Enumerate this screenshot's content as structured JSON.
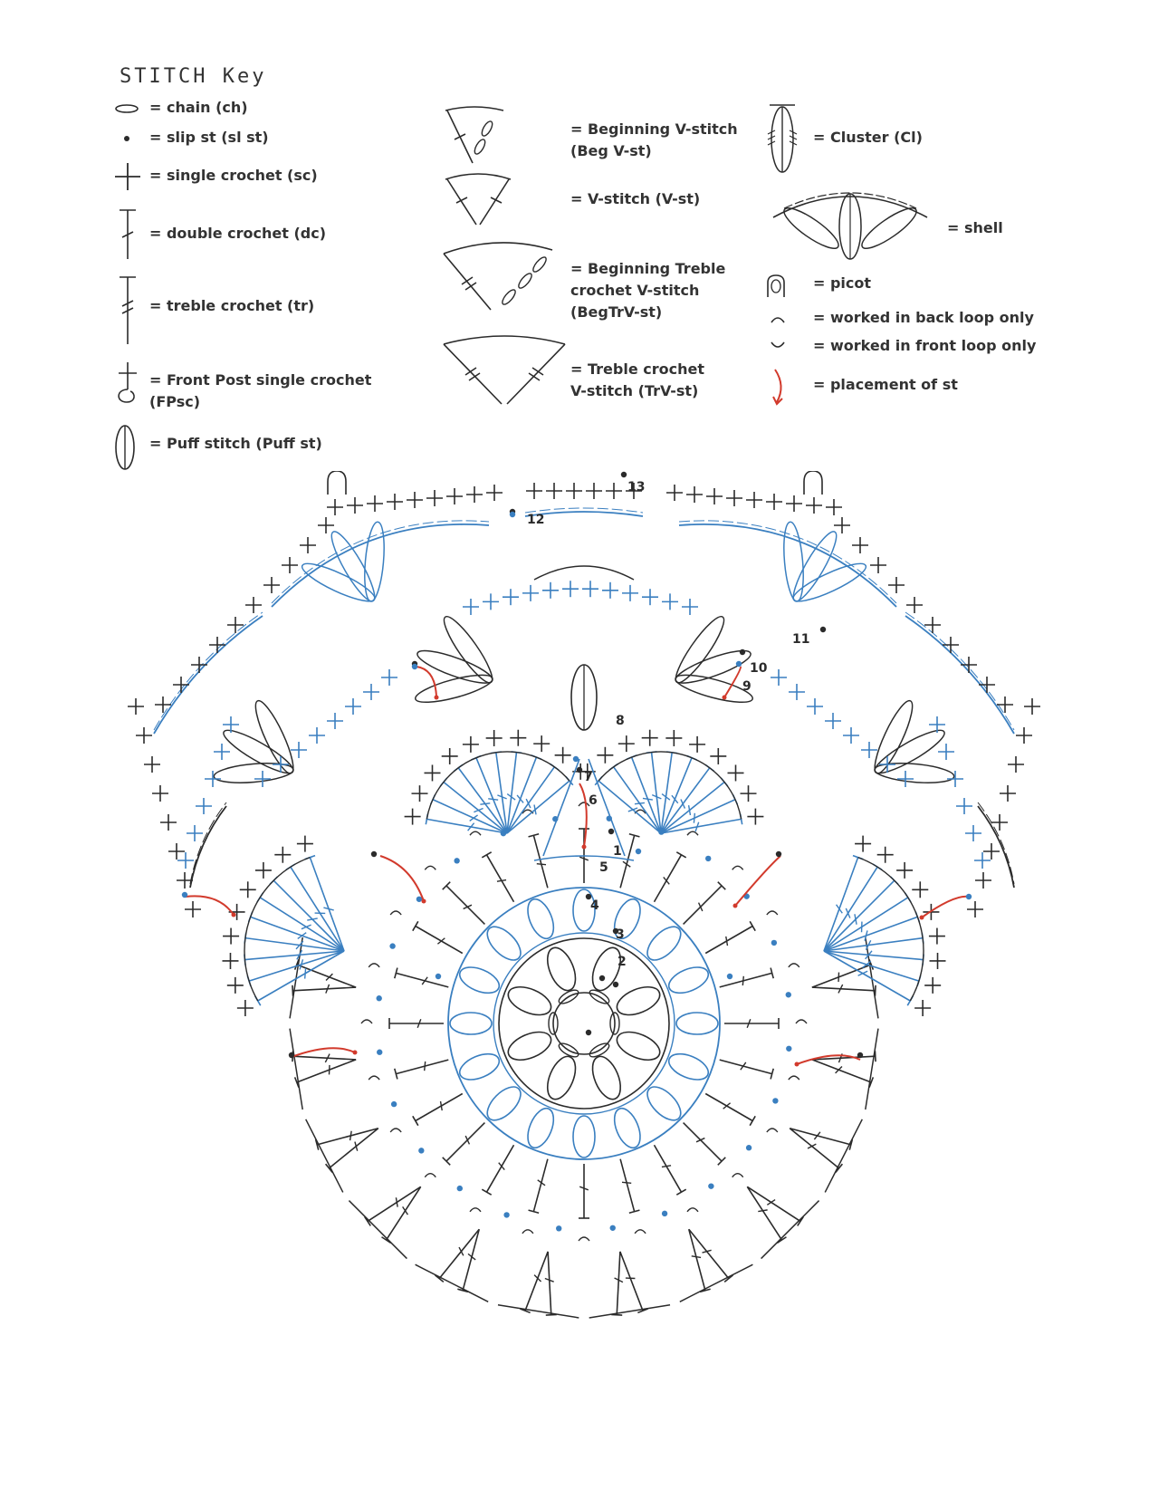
{
  "key": {
    "title": "STITCH Key",
    "items": [
      {
        "id": "chain",
        "label": "= chain (ch)"
      },
      {
        "id": "slip",
        "label": "= slip st (sl st)"
      },
      {
        "id": "sc",
        "label": "= single crochet (sc)"
      },
      {
        "id": "dc",
        "label": "= double crochet (dc)"
      },
      {
        "id": "tr",
        "label": "= treble crochet (tr)"
      },
      {
        "id": "fpsc",
        "label": "= Front Post single crochet (FPsc)"
      },
      {
        "id": "puff",
        "label": "= Puff stitch (Puff st)"
      },
      {
        "id": "begv",
        "label": "= Beginning V-stitch (Beg V-st)"
      },
      {
        "id": "vst",
        "label": "= V-stitch (V-st)"
      },
      {
        "id": "begtrv",
        "label": "= Beginning Treble crochet V-stitch (BegTrV-st)"
      },
      {
        "id": "trv",
        "label": "= Treble crochet V-stitch (TrV-st)"
      },
      {
        "id": "cluster",
        "label": "= Cluster (Cl)"
      },
      {
        "id": "shell",
        "label": "= shell"
      },
      {
        "id": "picot",
        "label": "= picot"
      },
      {
        "id": "blo",
        "label": "= worked in back loop only"
      },
      {
        "id": "flo",
        "label": "= worked in front loop only"
      },
      {
        "id": "placement",
        "label": "= placement of st"
      }
    ]
  },
  "rounds": [
    "1",
    "2",
    "3",
    "4",
    "5",
    "6",
    "7",
    "8",
    "9",
    "10",
    "11",
    "12",
    "13"
  ],
  "colors": {
    "ink": "#2b2b2b",
    "blue": "#3a7fc0",
    "red": "#d23a2c"
  }
}
